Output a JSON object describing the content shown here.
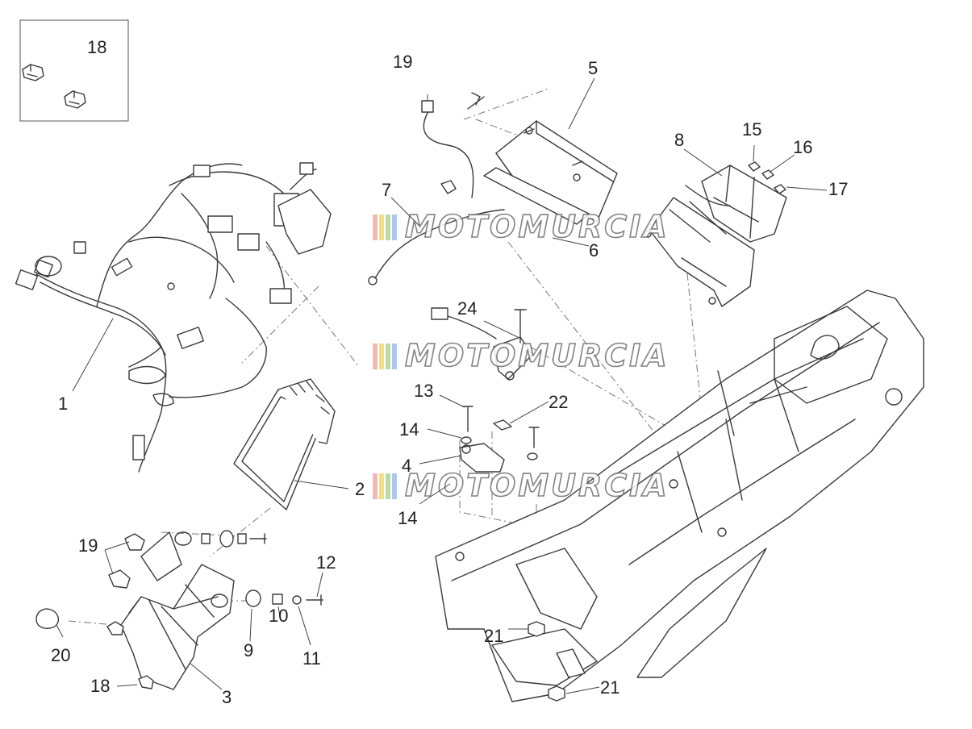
{
  "diagram": {
    "watermark": "MOTOMURCIA",
    "watermark_stripes": [
      "#f2b8b8",
      "#f6dd8c",
      "#b9dca6",
      "#a9c8ea"
    ],
    "inset_label": "18",
    "callouts": [
      {
        "id": "c1",
        "label": "1"
      },
      {
        "id": "c2",
        "label": "2"
      },
      {
        "id": "c3",
        "label": "3"
      },
      {
        "id": "c4",
        "label": "4"
      },
      {
        "id": "c5",
        "label": "5"
      },
      {
        "id": "c6",
        "label": "6"
      },
      {
        "id": "c7",
        "label": "7"
      },
      {
        "id": "c8",
        "label": "8"
      },
      {
        "id": "c9",
        "label": "9"
      },
      {
        "id": "c10",
        "label": "10"
      },
      {
        "id": "c11",
        "label": "11"
      },
      {
        "id": "c12",
        "label": "12"
      },
      {
        "id": "c13",
        "label": "13"
      },
      {
        "id": "c14a",
        "label": "14"
      },
      {
        "id": "c14b",
        "label": "14"
      },
      {
        "id": "c15",
        "label": "15"
      },
      {
        "id": "c16",
        "label": "16"
      },
      {
        "id": "c17",
        "label": "17"
      },
      {
        "id": "c18",
        "label": "18"
      },
      {
        "id": "c19a",
        "label": "19"
      },
      {
        "id": "c19b",
        "label": "19"
      },
      {
        "id": "c20",
        "label": "20"
      },
      {
        "id": "c21a",
        "label": "21"
      },
      {
        "id": "c21b",
        "label": "21"
      },
      {
        "id": "c22",
        "label": "22"
      },
      {
        "id": "c24",
        "label": "24"
      }
    ]
  }
}
